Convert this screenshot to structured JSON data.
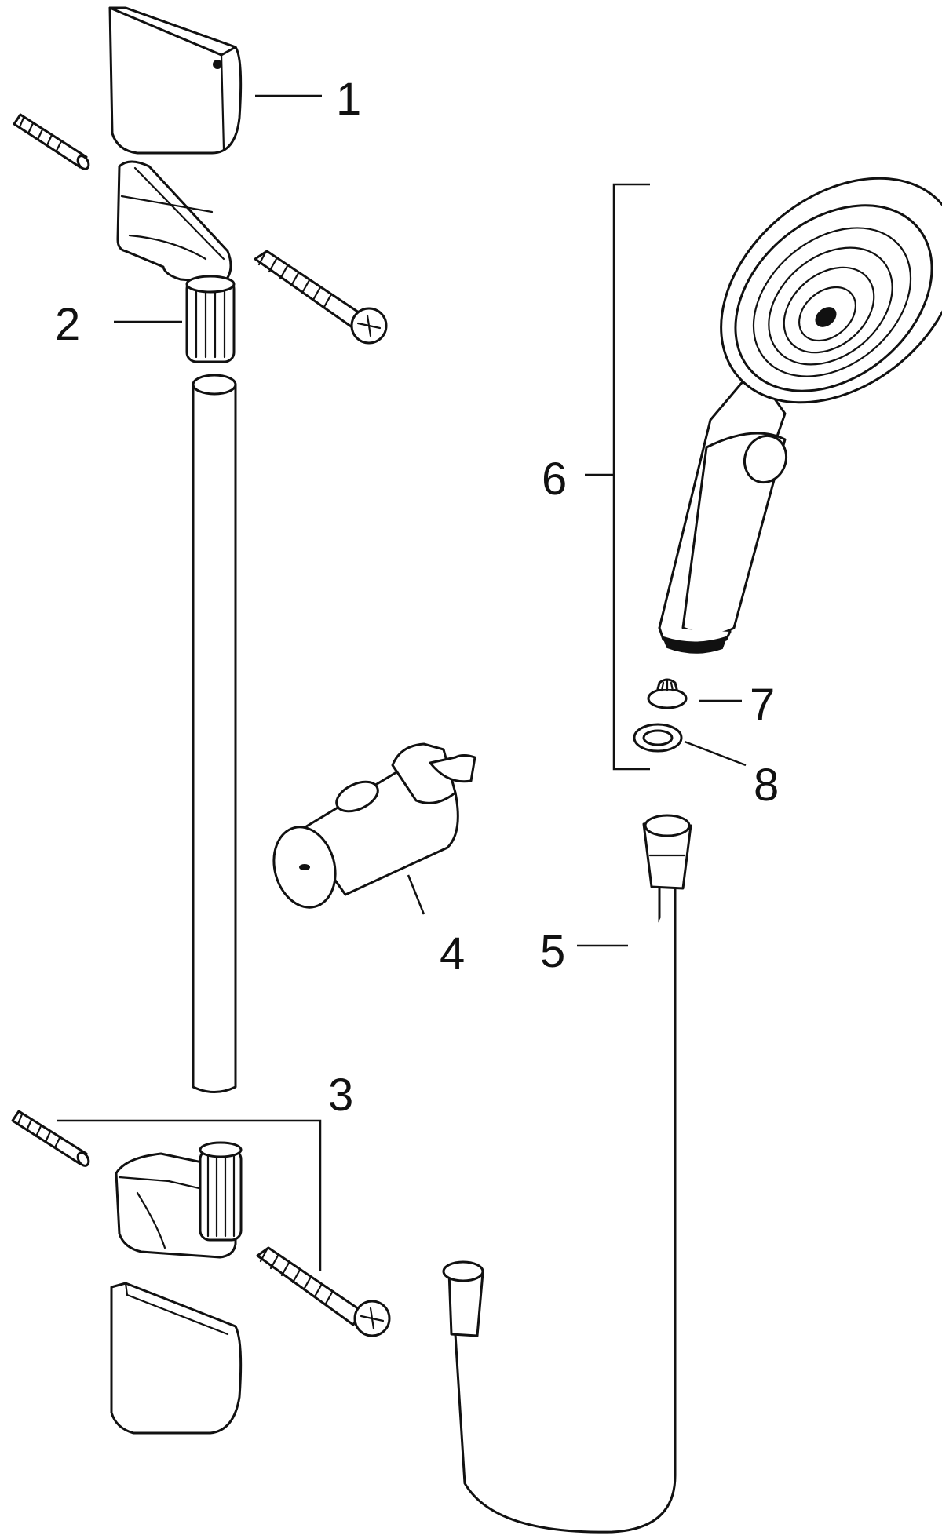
{
  "diagram": {
    "type": "exploded-parts-diagram",
    "background": "#ffffff",
    "line_color": "#111111",
    "callouts": [
      {
        "id": "1",
        "label": "1"
      },
      {
        "id": "2",
        "label": "2"
      },
      {
        "id": "3",
        "label": "3"
      },
      {
        "id": "4",
        "label": "4"
      },
      {
        "id": "5",
        "label": "5"
      },
      {
        "id": "6",
        "label": "6"
      },
      {
        "id": "7",
        "label": "7"
      },
      {
        "id": "8",
        "label": "8"
      }
    ]
  }
}
